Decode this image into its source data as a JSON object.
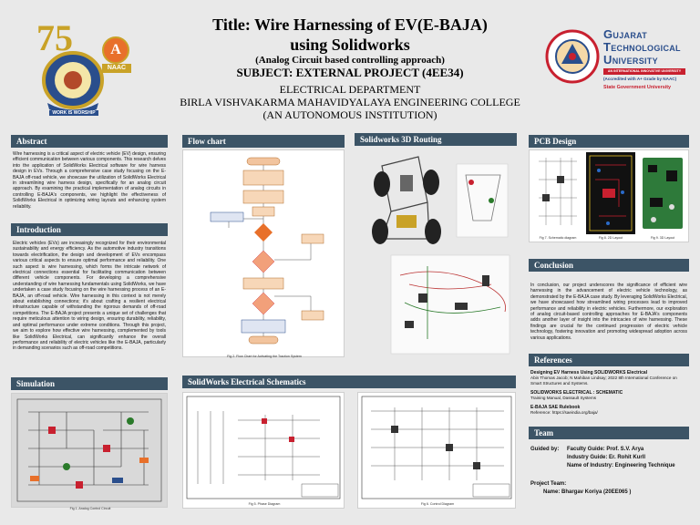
{
  "header": {
    "title_line1": "Title: Wire Harnessing of EV(E-BAJA)",
    "title_line2": "using Solidworks",
    "subtitle": "(Analog Circuit based controlling approach)",
    "subject": "SUBJECT: EXTERNAL PROJECT (4EE34)",
    "department": "ELECTRICAL DEPARTMENT",
    "college": "BIRLA VISHVAKARMA MAHAVIDYALAYA ENGINEERING COLLEGE",
    "autonomous": "(AN AUTONOMOUS INSTITUTION)"
  },
  "left_logo": {
    "badge_number": "75",
    "naac_letter": "A",
    "naac_text": "NAAC",
    "ribbon": "WORK IS WORSHIP"
  },
  "right_logo": {
    "arc_text": "GUJARAT TECHNOLOGICAL UNIVERSITY",
    "name_line1": "Gujarat",
    "name_line2": "Technological",
    "name_line3": "University",
    "tagline": "AN INTERNATIONAL INNOVATIVE UNIVERSITY",
    "accreditation": "(Accredited with A+ Grade by NAAC)",
    "state": "State Government University"
  },
  "abstract": {
    "heading": "Abstract",
    "text": "Wire harnessing is a critical aspect of electric vehicle (EV) design, ensuring efficient communication between various components. This research delves into the application of SolidWorks Electrical software for wire harness design in EVs. Through a comprehensive case study focusing on the E-BAJA off-road vehicle, we showcase the utilization of SolidWorks Electrical in streamlining wire harness design, specifically for an analog circuit approach. By examining the practical implementation of analog circuits in controlling E-BAJA's components, we highlight the effectiveness of SolidWorks Electrical in optimizing wiring layouts and enhancing system reliability."
  },
  "introduction": {
    "heading": "Introduction",
    "text": "Electric vehicles (EVs) are increasingly recognized for their environmental sustainability and energy efficiency. As the automotive industry transitions towards electrification, the design and development of EVs encompass various critical aspects to ensure optimal performance and reliability. One such aspect is wire harnessing, which forms the intricate network of electrical connections essential for facilitating communication between different vehicle components. For developing a comprehensive understanding of wire harnessing fundamentals using SolidWorks, we have undertaken a case study focusing on the wire harnessing process of an E-BAJA, an off-road vehicle. Wire harnessing in this context is not merely about establishing connections; it's about crafting a resilient electrical infrastructure capable of withstanding the rigorous demands of off-road competitions. The E-BAJA project presents a unique set of challenges that require meticulous attention to wiring design, ensuring durability, reliability, and optimal performance under extreme conditions. Through this project, we aim to explore how effective wire harnessing, complemented by tools like SolidWorks Electrical, can significantly enhance the overall performance and reliability of electric vehicles like the E-BAJA, particularly in demanding scenarios such as off-road competitions."
  },
  "simulation": {
    "heading": "Simulation",
    "caption": "Fig 1. Analog Control Circuit"
  },
  "flowchart": {
    "heading": "Flow chart",
    "caption": "Fig 2. Flow Chart for Activating the Traction System"
  },
  "routing": {
    "heading": "Solidworks 3D Routing"
  },
  "schematics": {
    "heading": "SolidWorks Electrical Schematics",
    "caption_left": "Fig 5. Phase Diagram",
    "caption_right": "Fig 6. Control Diagram"
  },
  "pcb": {
    "heading": "PCB Design",
    "caption1": "Fig 7. Schematic diagram",
    "caption2": "Fig 8. 2D Layout",
    "caption3": "Fig 9. 3D Layout"
  },
  "conclusion": {
    "heading": "Conclusion",
    "text": "In conclusion, our project underscores the significance of efficient wire harnessing in the advancement of electric vehicle technology, as demonstrated by the E-BAJA case study. By leveraging SolidWorks Electrical, we have showcased how streamlined wiring processes lead to improved performance and reliability in electric vehicles. Furthermore, our exploration of analog circuit-based controlling approaches for E-BAJA's components adds another layer of insight into the intricacies of wire harnessing. These findings are crucial for the continued progression of electric vehicle technology, fostering innovation and promoting widespread adoption across various applications."
  },
  "references": {
    "heading": "References",
    "items": [
      {
        "title": "Designing EV Harness Using SOLIDWORKS Electrical",
        "text": "Abin Thomas Jacob; N Mahiban Lindsay; 2022 8th International Conference on Smart Structures and Systems."
      },
      {
        "title": "SOLIDWORKS ELECTRICAL : SCHEMATIC",
        "text": "Training Manual, Dassault Systems"
      },
      {
        "title": "E-BAJA SAE Rulebook",
        "text": "Reference: https://saeindia.org/baja/"
      }
    ]
  },
  "team": {
    "heading": "Team",
    "guided_label": "Guided by:",
    "faculty": "Faculty Guide: Prof. S.V. Arya",
    "industry": "Industry Guide: Er. Rohit Kurll",
    "industry_name": "Name of Industry: Engineering Technique",
    "project_team_label": "Project Team:",
    "member": "Name: Bhargav Koriya (20EE065 )"
  },
  "colors": {
    "header_bar": "#3c5466",
    "background": "#e9e9e9",
    "gtu_red": "#c8202f",
    "naac_orange": "#e8702a",
    "gold": "#c9a227"
  }
}
